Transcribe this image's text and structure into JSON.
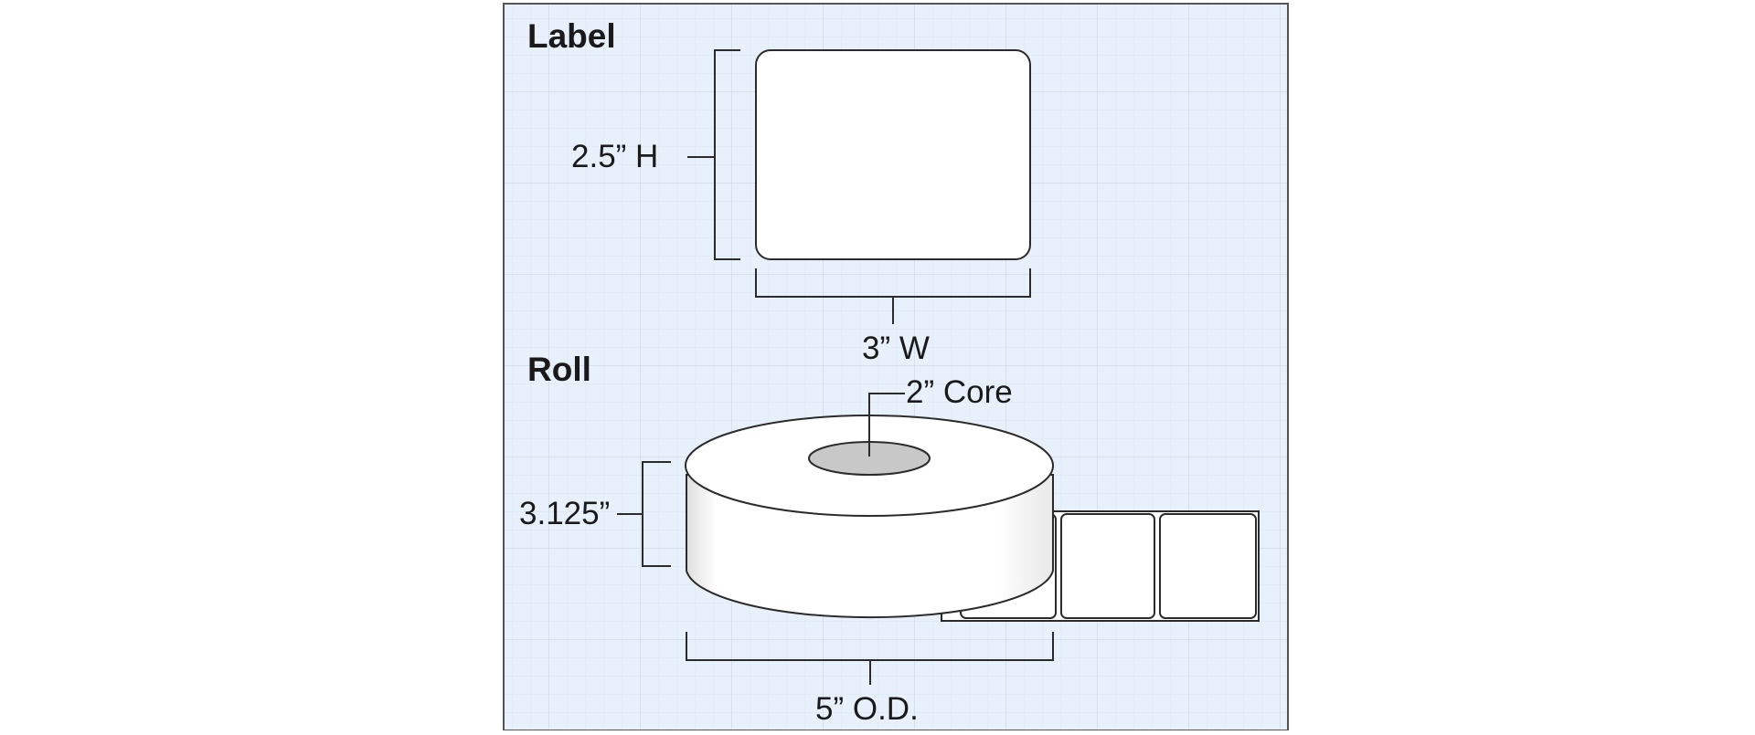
{
  "colors": {
    "panel_background": "#e8f1fb",
    "grid_line": "#cfdcea",
    "panel_border": "#555555",
    "label_fill": "#ffffff",
    "roll_shade": "#e6e6e6",
    "core_fill": "#c8c8c8",
    "outline": "#2b2b2b"
  },
  "label_section": {
    "title": "Label",
    "height_text": "2.5” H",
    "width_text": "3” W"
  },
  "roll_section": {
    "title": "Roll",
    "core_text": "2” Core",
    "roll_width_text": "3.125”",
    "outer_diameter_text": "5” O.D.",
    "labels_shown_on_liner": 3
  }
}
